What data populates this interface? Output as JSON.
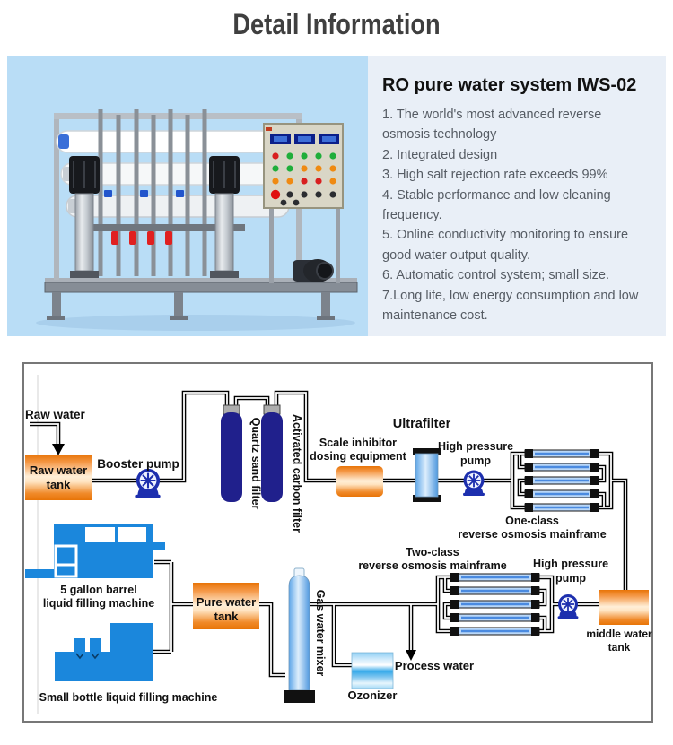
{
  "page": {
    "title": "Detail Information"
  },
  "product": {
    "heading": "RO pure water system IWS-02",
    "features": [
      "1. The world's most advanced reverse osmosis technology",
      "2. Integrated design",
      "3. High salt rejection rate exceeds 99%",
      "4. Stable performance and low cleaning frequency.",
      "5. Online conductivity monitoring to ensure good water output quality.",
      "6. Automatic control system; small size.",
      "7.Long life, low energy consumption and low maintenance cost."
    ]
  },
  "diagram": {
    "labels": {
      "raw_water": "Raw water",
      "raw_water_tank": [
        "Raw water",
        "tank"
      ],
      "booster_pump": "Booster pump",
      "quartz_sand_filter": "Quartz sand filter",
      "activated_carbon_filter": "Activated carbon filter",
      "scale_inhibitor": [
        "Scale inhibitor",
        "dosing equipment"
      ],
      "ultrafilter": "Ultrafilter",
      "high_pressure_pump": [
        "High pressure",
        "pump"
      ],
      "one_class": [
        "One-class",
        "reverse osmosis mainframe"
      ],
      "two_class": [
        "Two-class",
        "reverse osmosis mainframe"
      ],
      "middle_water_tank": [
        "middle water",
        "tank"
      ],
      "pure_water_tank": [
        "Pure water",
        "tank"
      ],
      "gas_water_mixer": "Gas water mixer",
      "process_water": "Process water",
      "ozonizer": "Ozonizer",
      "five_gallon_machine": [
        "5 gallon barrel",
        "liquid filling machine"
      ],
      "small_bottle_machine": "Small bottle liquid filling machine"
    }
  },
  "colors": {
    "photo_bg": "#b9ddf6",
    "info_bg": "#e9eff7",
    "tank_orange": "#ef7d12",
    "filter_navy": "#20208c",
    "machine_blue": "#1b87dc",
    "pump_navy": "#1d2fae",
    "ro_tube_blue": "#b9d7f8",
    "pipe_black": "#000000"
  }
}
